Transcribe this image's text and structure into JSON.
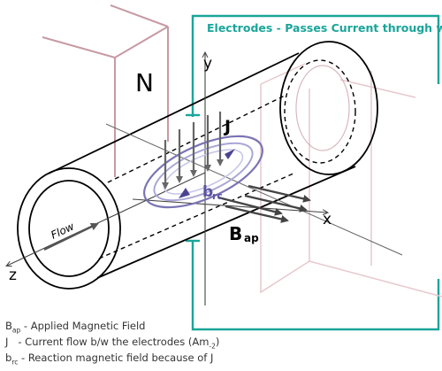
{
  "title": "Electrodes - Passes Current through water",
  "labels": {
    "north": "N",
    "axis_y": "y",
    "axis_x": "x",
    "axis_z": "z",
    "flow": "Flow",
    "j": "J",
    "brc_main": "b",
    "brc_sub": "rc",
    "bap_main": "B",
    "bap_sub": "ap"
  },
  "legend": [
    {
      "sym": "B",
      "sub": "ap",
      "text": " - Applied Magnetic Field"
    },
    {
      "sym": "J",
      "sub": "",
      "text": "   - Current flow b/w the electrodes (Am",
      "tail_sub": "-2",
      "tail": ")"
    },
    {
      "sym": "b",
      "sub": "rc",
      "text": " - Reaction magnetic field because of J"
    }
  ],
  "colors": {
    "teal": "#1aa59a",
    "magnet": "#c79aa3",
    "brc": "#7a74b5",
    "arrow": "#666666",
    "ink": "#000000"
  }
}
